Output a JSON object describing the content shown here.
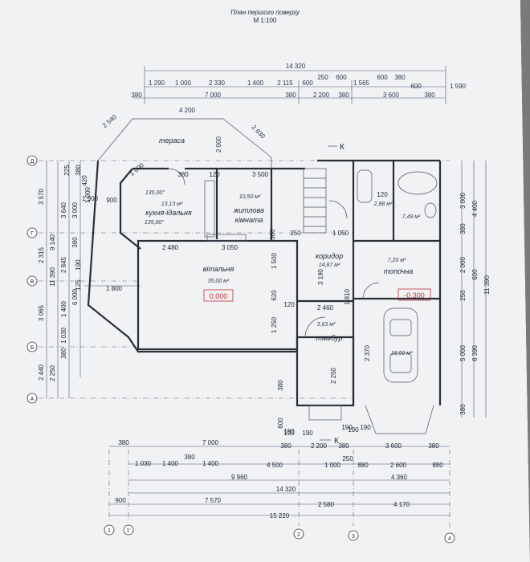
{
  "header": {
    "title": "План першого поверху",
    "scale": "М 1:100"
  },
  "rooms": {
    "terrace": "тераса",
    "kitchen": "кухня-їдальня",
    "bedroom_l1": "житлова",
    "bedroom_l2": "кімната",
    "living": "вітальня",
    "corridor": "коридор",
    "boiler": "топочна",
    "vestibule": "тамбур"
  },
  "areas": {
    "kitchen": "13,13 м²",
    "bedroom": "10,50 м²",
    "living": "35,00 м²",
    "corridor": "14,87 м²",
    "boiler": "7,20 м²",
    "wc": "7,49 м²",
    "bath": "2,88 м²",
    "vest": "3,63 м²",
    "garage": "18,00 м²"
  },
  "angles": {
    "a1": "135,00°",
    "a2": "135,00°"
  },
  "levels": {
    "living": "0,000",
    "garage": "-0,300"
  },
  "axis_labels": {
    "d": "Д",
    "g": "Г",
    "v": "В",
    "b": "Б",
    "a": "А",
    "n1": "1",
    "n1p": "1'",
    "n2": "2",
    "n3": "3",
    "n4": "4"
  },
  "section_mark": "К",
  "top_dims": {
    "total": "14 320",
    "r1": [
      "1 290",
      "1 000",
      "2 330",
      "1 400",
      "2 115",
      "600",
      "250",
      "600",
      "1 565",
      "600",
      "380",
      "600",
      "1 590"
    ],
    "r2": [
      "380",
      "7 000",
      "380",
      "2 200",
      "380",
      "3 600",
      "380"
    ],
    "terr": [
      "4 200",
      "2 540",
      "2 830",
      "2 000"
    ]
  },
  "bottom_dims": {
    "r0": [
      "190",
      "190",
      "190",
      "190"
    ],
    "r1": [
      "380",
      "7 000",
      "380",
      "2 200",
      "380",
      "3 600",
      "380"
    ],
    "r2": [
      "1 030",
      "1 400",
      "380",
      "1 400",
      "4 500",
      "1 000",
      "250",
      "880",
      "2 600",
      "880"
    ],
    "r3": [
      "9 960",
      "4 360"
    ],
    "r4": [
      "14 320"
    ],
    "r5": [
      "900",
      "7 570",
      "2 580",
      "4 170"
    ],
    "r6": [
      "15 220"
    ]
  },
  "left_dims": [
    "3 570",
    "2 315",
    "11 390",
    "9 140",
    "3 640",
    "3 000",
    "2 845",
    "6 000",
    "3 065",
    "1 400",
    "2 440",
    "2 250",
    "1 030",
    "380",
    "225",
    "380",
    "420",
    "1 900",
    "1 000",
    "190",
    "380",
    "125",
    "1 800"
  ],
  "right_dims": [
    "3 000",
    "4 400",
    "380",
    "2 000",
    "250",
    "600",
    "11 390",
    "5 000",
    "6 390",
    "380"
  ],
  "interior_dims": [
    "380",
    "120",
    "3 500",
    "1 000",
    "900",
    "2 480",
    "3 050",
    "380",
    "1 050",
    "250",
    "1 500",
    "620",
    "1 250",
    "120",
    "2 460",
    "3 190",
    "380",
    "1 810",
    "2 370",
    "2 250",
    "600",
    "190",
    "120",
    "190"
  ]
}
